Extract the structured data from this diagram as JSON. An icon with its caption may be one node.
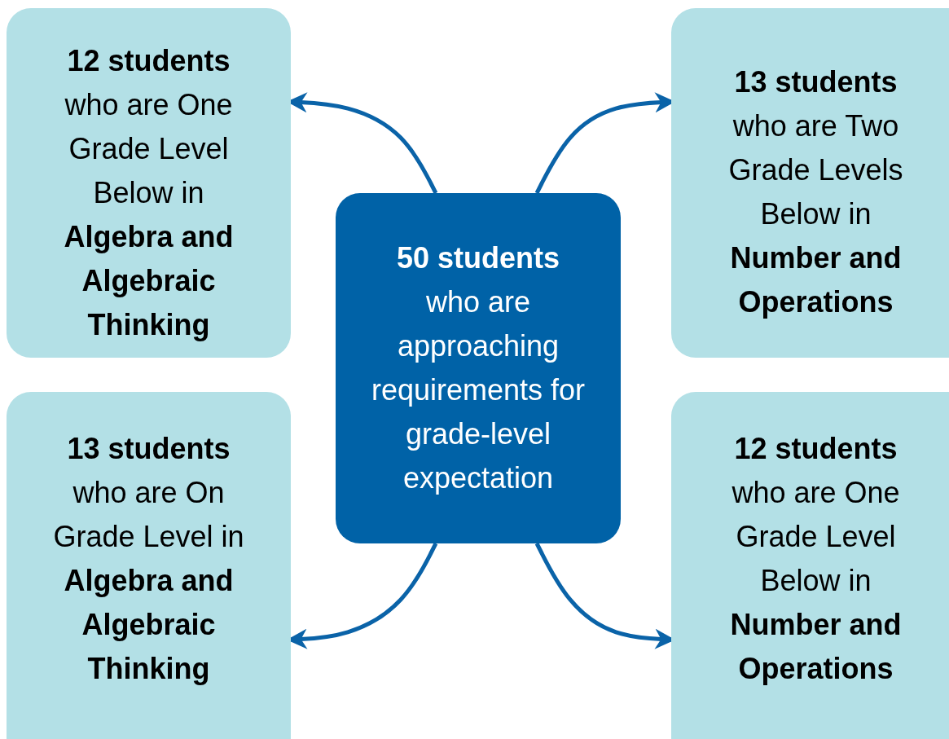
{
  "diagram": {
    "nodes": [
      {
        "text": [
          "50 students",
          "who are approaching requirements for grade-level expectation"
        ]
      },
      {
        "text": [
          "12 students",
          "who are One Grade Level Below in",
          "Algebra and Algebraic Thinking"
        ]
      },
      {
        "text": [
          "13 students",
          "who are Two Grade Levels Below in",
          "Number and Operations"
        ]
      },
      {
        "text": [
          "13 students",
          "who are On Grade Level in",
          "Algebra and Algebraic Thinking"
        ]
      },
      {
        "text": [
          "12 students",
          "who are One Grade Level Below in",
          "Number and Operations"
        ]
      }
    ],
    "edges": [
      {
        "from": 0,
        "to": 1,
        "arrow": "to"
      },
      {
        "from": 0,
        "to": 2,
        "arrow": "to"
      },
      {
        "from": 0,
        "to": 3,
        "arrow": "to"
      },
      {
        "from": 0,
        "to": 4,
        "arrow": "to"
      }
    ]
  }
}
